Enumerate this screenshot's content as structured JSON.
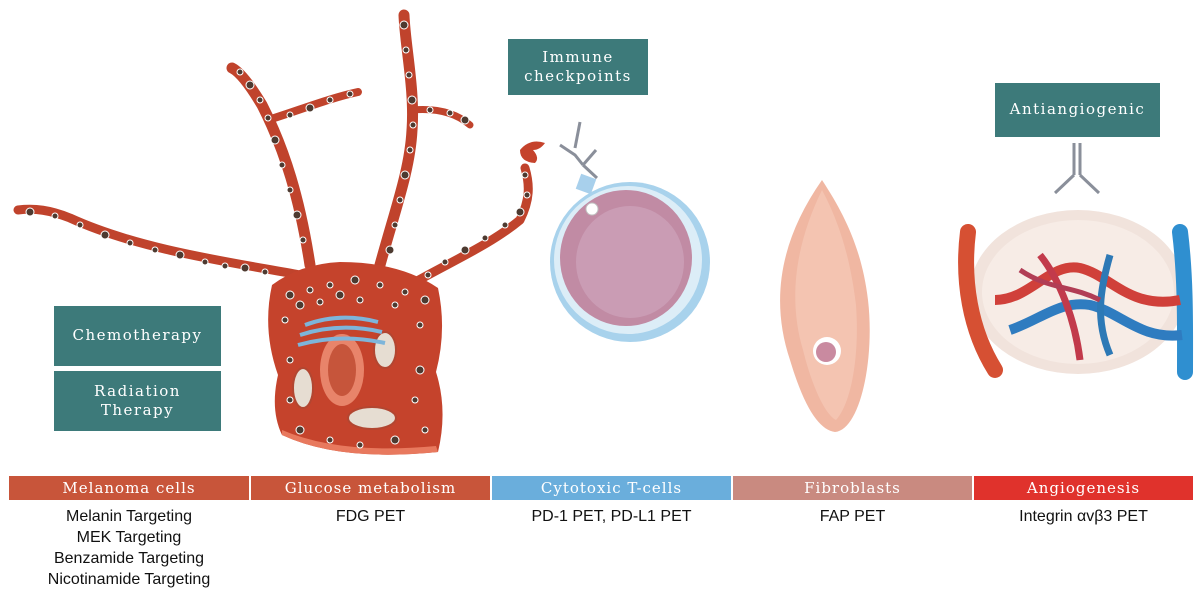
{
  "labels": {
    "immune_checkpoints": "Immune\ncheckpoints",
    "antiangiogenic": "Antiangiogenic",
    "chemotherapy": "Chemotherapy",
    "radiation_therapy": "Radiation\nTherapy"
  },
  "bars": [
    {
      "label": "Melanoma cells",
      "color": "#c8553a"
    },
    {
      "label": "Glucose metabolism",
      "color": "#c8553a"
    },
    {
      "label": "Cytotoxic T-cells",
      "color": "#6aaedc"
    },
    {
      "label": "Fibroblasts",
      "color": "#c98a80"
    },
    {
      "label": "Angiogenesis",
      "color": "#e0322c"
    }
  ],
  "targets": {
    "melanoma": [
      "Melanin Targeting",
      "MEK Targeting",
      "Benzamide Targeting",
      "Nicotinamide Targeting"
    ],
    "glucose": [
      "FDG PET"
    ],
    "tcells": [
      "PD-1 PET, PD-L1 PET"
    ],
    "fibroblasts": [
      "FAP PET"
    ],
    "angiogenesis": [
      "Integrin αvβ3 PET"
    ]
  },
  "icons": [
    "melanocyte-cell-icon",
    "antibody-icon",
    "t-cell-icon",
    "fibroblast-icon",
    "blood-vessel-network-icon"
  ]
}
